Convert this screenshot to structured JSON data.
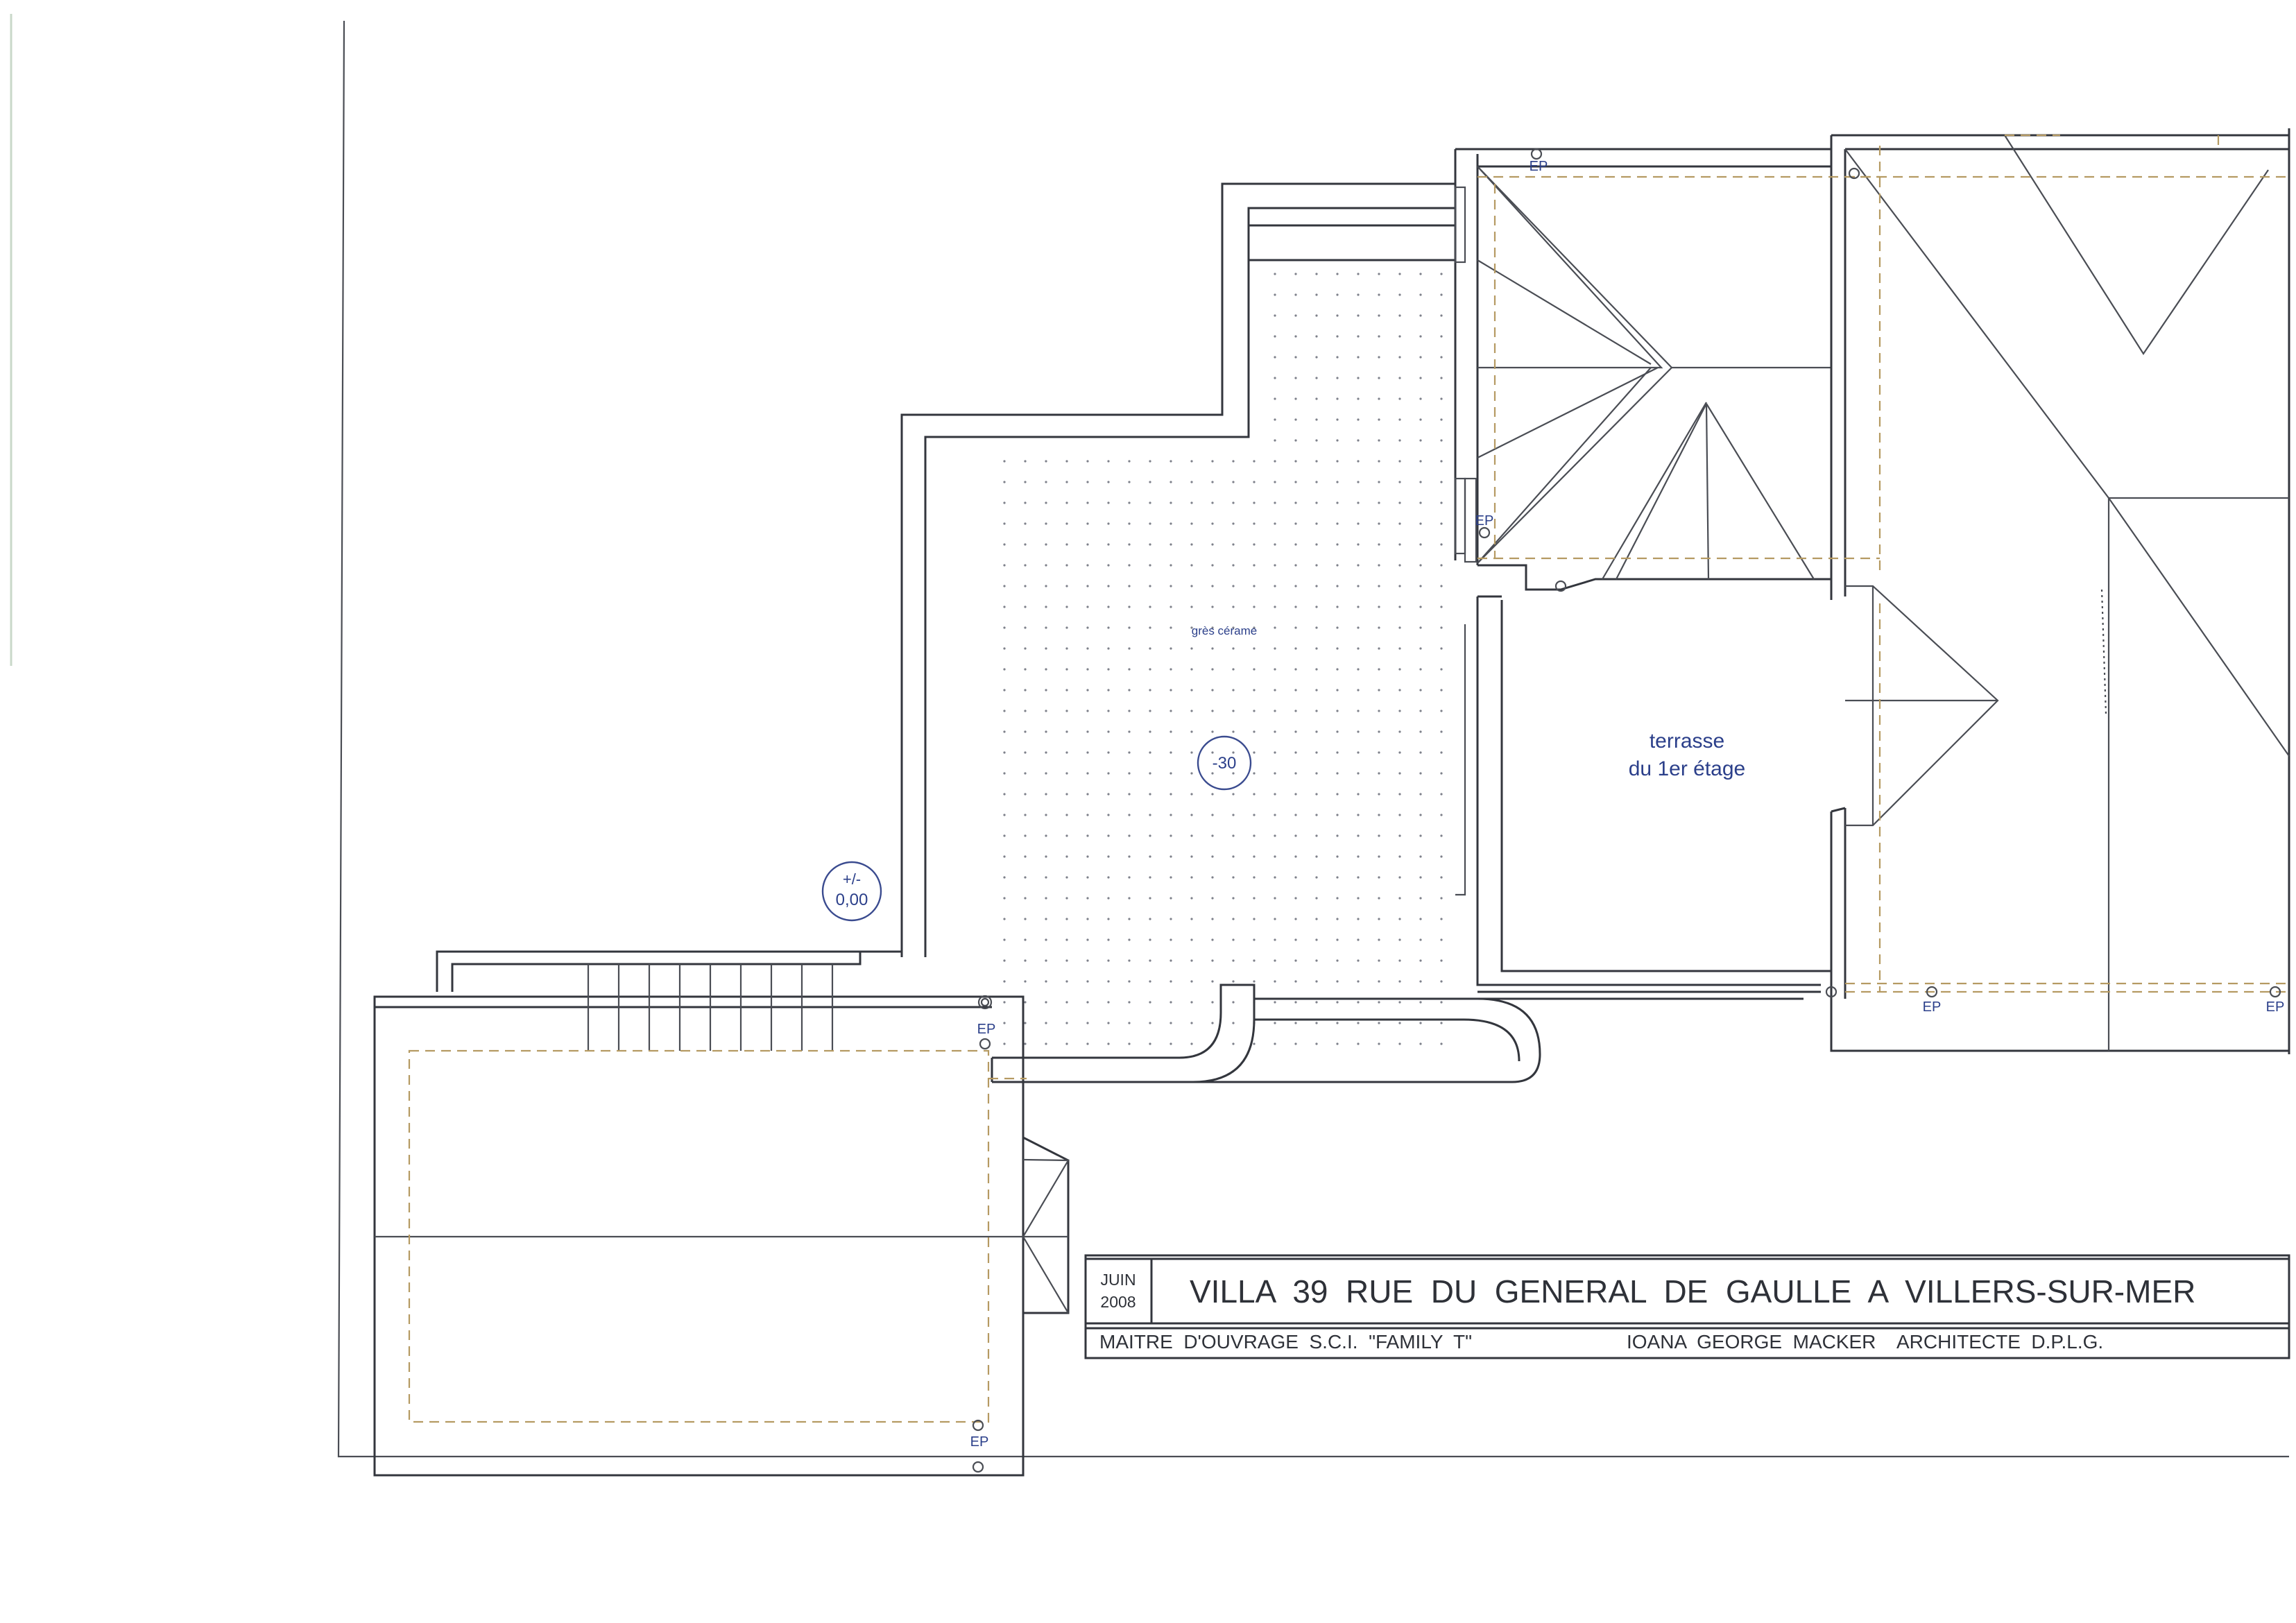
{
  "labels": {
    "floor_finish": "grès cérame",
    "level_terrace": "-30",
    "level_zero_top": "+/-",
    "level_zero_bottom": "0,00",
    "terrace_line1": "terrasse",
    "terrace_line2": "du 1er étage",
    "downpipe": "EP"
  },
  "title_block": {
    "month": "JUIN",
    "year": "2008",
    "project": "VILLA  39  RUE  DU  GENERAL  DE  GAULLE  A  VILLERS-SUR-MER",
    "client": "MAITRE  D'OUVRAGE  S.C.I.  \"FAMILY  T\"",
    "architect": "IOANA  GEORGE  MACKER    ARCHITECTE  D.P.L.G."
  },
  "colors": {
    "linework": "#33363d",
    "annotation": "#2b3f8a",
    "hidden_line": "#b59a62"
  }
}
